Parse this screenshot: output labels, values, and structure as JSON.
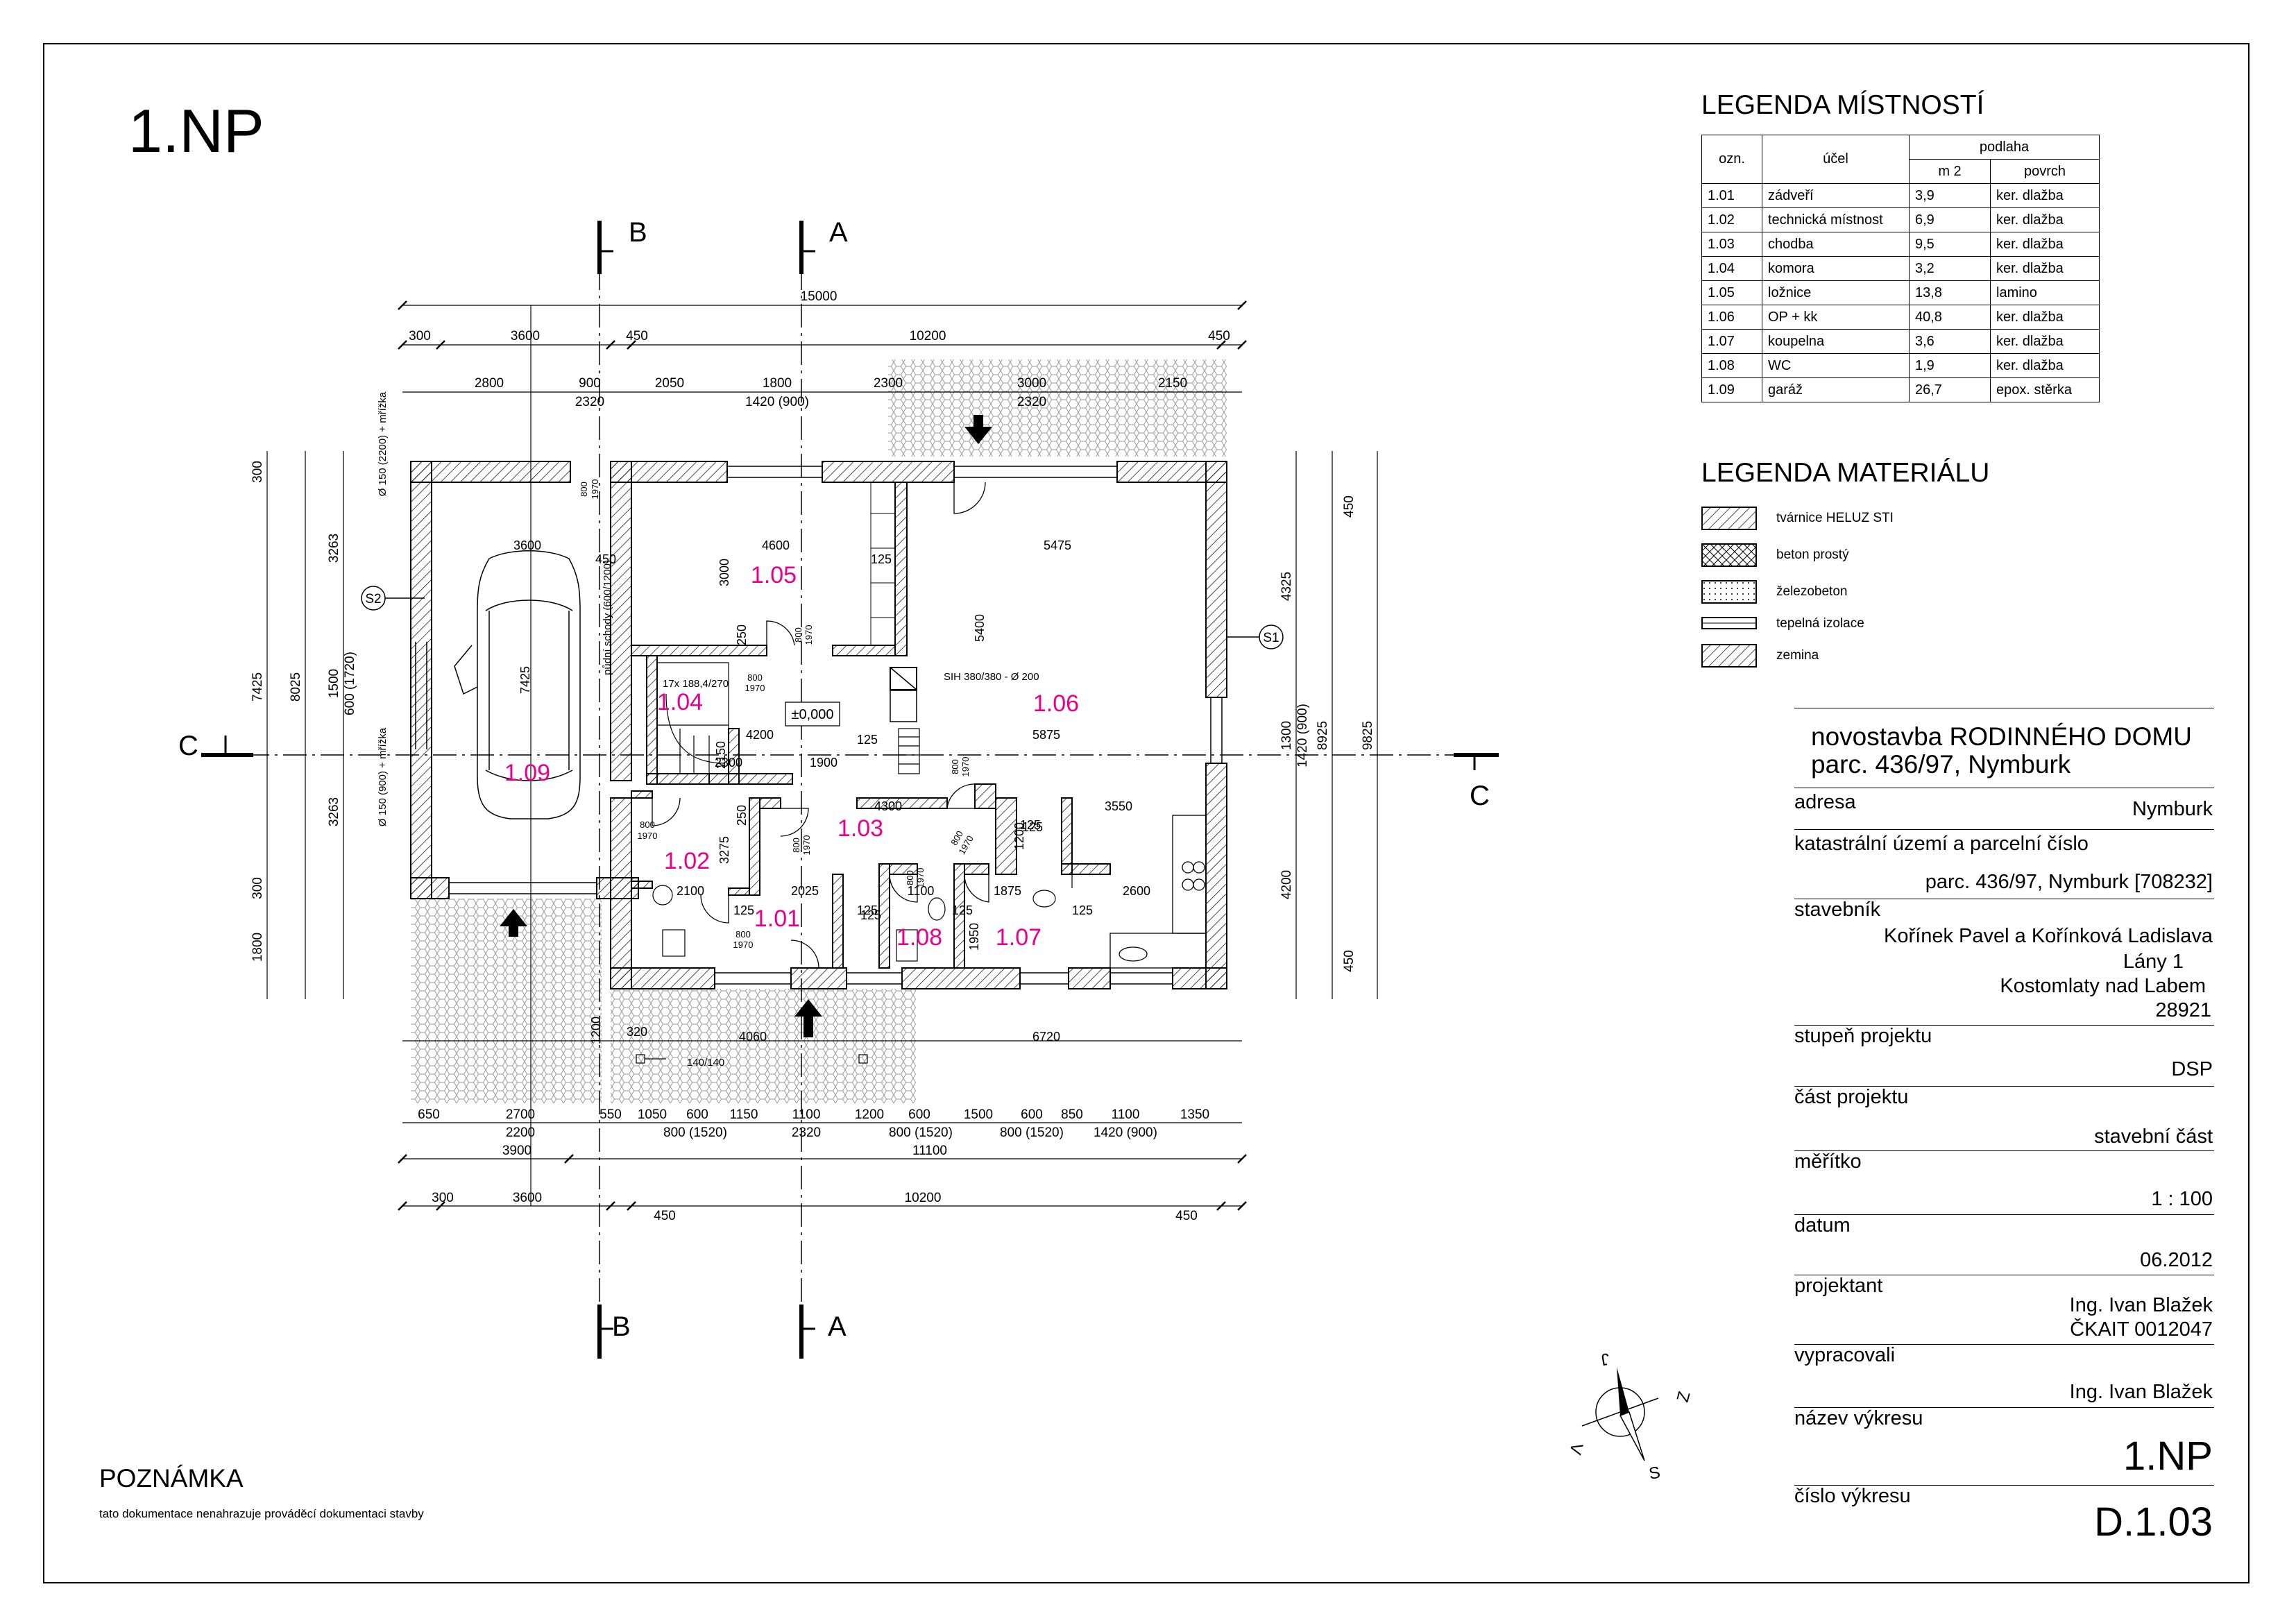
{
  "drawing": {
    "sheet_title": "1.NP",
    "section_markers": [
      "B",
      "A",
      "C",
      "S1",
      "S2"
    ],
    "level_mark": "±0,000",
    "rooms": [
      {
        "code": "1.01"
      },
      {
        "code": "1.02"
      },
      {
        "code": "1.03"
      },
      {
        "code": "1.04"
      },
      {
        "code": "1.05"
      },
      {
        "code": "1.06"
      },
      {
        "code": "1.07"
      },
      {
        "code": "1.08"
      },
      {
        "code": "1.09"
      }
    ],
    "room_color": "#e6008c",
    "labels": {
      "stair": "17x 188,4/270",
      "chimney": "SIH 380/380 - Ø 200",
      "vent_top": "Ø 150 (2200) + mřížka",
      "vent_bottom": "Ø 150 (900) + mřížka",
      "attic_stair": "půdní schody (600/1200)",
      "vent_small": "140/140"
    },
    "dimensions": {
      "top_total": "15000",
      "top_row1": [
        "300",
        "3600",
        "450",
        "10200",
        "450"
      ],
      "top_row2": [
        "2800",
        "900",
        "2320",
        "2050",
        "1800",
        "1420 (900)",
        "2300",
        "3000",
        "2320",
        "2150"
      ],
      "bottom_row1": [
        "650",
        "2700",
        "2200",
        "550",
        "1050",
        "600",
        "1150",
        "1100",
        "2320",
        "1200",
        "600",
        "800 (1520)",
        "1500",
        "600",
        "800 (1520)",
        "850",
        "1100",
        "1420 (900)",
        "1350",
        "800 (1520)"
      ],
      "bottom_row2": [
        "3900",
        "11100"
      ],
      "bottom_row3": [
        "300",
        "3600",
        "450",
        "10200",
        "450"
      ],
      "left": [
        "300",
        "3263",
        "7425",
        "8025",
        "1500",
        "600 (1720)",
        "3263",
        "300",
        "1800"
      ],
      "right": [
        "450",
        "4325",
        "1300",
        "1420 (900)",
        "8925",
        "9825",
        "4200",
        "450"
      ],
      "interior": [
        "3600",
        "450",
        "7425",
        "4600",
        "3000",
        "125",
        "5475",
        "5400",
        "250",
        "800",
        "1970",
        "4200",
        "2150",
        "1900",
        "2300",
        "5875",
        "125",
        "4300",
        "3550",
        "125",
        "2600",
        "3275",
        "250",
        "2100",
        "2025",
        "1100",
        "1875",
        "125",
        "1950",
        "1200",
        "320",
        "4060",
        "6720",
        "1200"
      ]
    }
  },
  "room_legend": {
    "title": "LEGENDA MÍSTNOSTÍ",
    "header": {
      "code": "ozn.",
      "purpose": "účel",
      "floor": "podlaha",
      "area": "m 2",
      "surface": "povrch"
    },
    "rows": [
      {
        "code": "1.01",
        "purpose": "zádveří",
        "area": "3,9",
        "surface": "ker. dlažba"
      },
      {
        "code": "1.02",
        "purpose": "technická místnost",
        "area": "6,9",
        "surface": "ker. dlažba"
      },
      {
        "code": "1.03",
        "purpose": "chodba",
        "area": "9,5",
        "surface": "ker. dlažba"
      },
      {
        "code": "1.04",
        "purpose": "komora",
        "area": "3,2",
        "surface": "ker. dlažba"
      },
      {
        "code": "1.05",
        "purpose": "ložnice",
        "area": "13,8",
        "surface": "lamino"
      },
      {
        "code": "1.06",
        "purpose": "OP + kk",
        "area": "40,8",
        "surface": "ker. dlažba"
      },
      {
        "code": "1.07",
        "purpose": "koupelna",
        "area": "3,6",
        "surface": "ker. dlažba"
      },
      {
        "code": "1.08",
        "purpose": "WC",
        "area": "1,9",
        "surface": "ker. dlažba"
      },
      {
        "code": "1.09",
        "purpose": "garáž",
        "area": "26,7",
        "surface": "epox. stěrka"
      }
    ]
  },
  "material_legend": {
    "title": "LEGENDA MATERIÁLU",
    "items": [
      "tvárnice HELUZ STI",
      "beton prostý",
      "železobeton",
      "tepelná izolace",
      "zemina"
    ]
  },
  "title_block": {
    "project_line1": "novostavba RODINNÉHO DOMU",
    "project_line2": "parc. 436/97, Nymburk",
    "address_label": "adresa",
    "address": "Nymburk",
    "cadastre_label": "katastrální území a parcelní číslo",
    "cadastre": "parc. 436/97, Nymburk [708232]",
    "builder_label": "stavebník",
    "builder": [
      "Kořínek Pavel a Kořínková Ladislava",
      "Lány 1",
      "Kostomlaty nad Labem",
      "28921"
    ],
    "stage_label": "stupeň projektu",
    "stage": "DSP",
    "part_label": "část projektu",
    "part": "stavební část",
    "scale_label": "měřítko",
    "scale": "1 : 100",
    "date_label": "datum",
    "date": "06.2012",
    "designer_label": "projektant",
    "designer": [
      "Ing. Ivan Blažek",
      "ČKAIT 0012047"
    ],
    "prepared_label": "vypracovali",
    "prepared": "Ing. Ivan Blažek",
    "drawing_name_label": "název výkresu",
    "drawing_name": "1.NP",
    "drawing_no_label": "číslo výkresu",
    "drawing_no": "D.1.03"
  },
  "note": {
    "title": "POZNÁMKA",
    "text": "tato dokumentace nenahrazuje prováděcí dokumentaci stavby"
  },
  "compass": {
    "letters": [
      "J",
      "Z",
      "S",
      "V"
    ]
  }
}
